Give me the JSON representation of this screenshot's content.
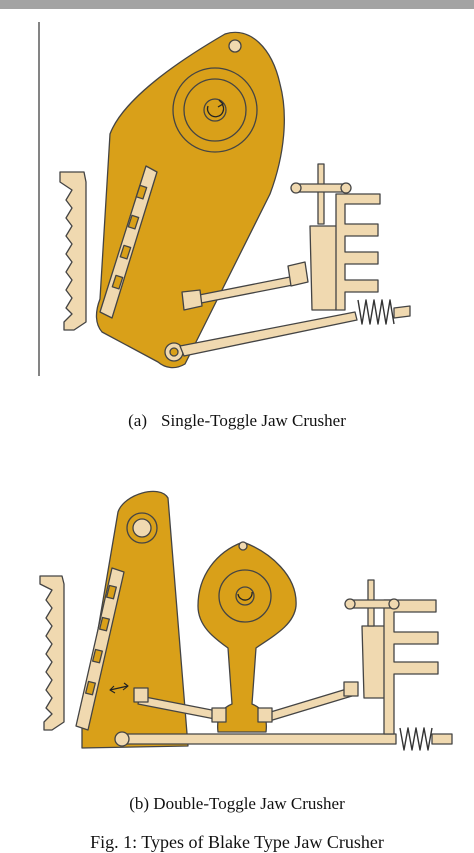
{
  "figure": {
    "caption": "Fig. 1: Types of Blake Type Jaw Crusher",
    "colors": {
      "jaw": "#d9a019",
      "accent": "#f0d9b0",
      "outline": "#444444"
    },
    "panels": [
      {
        "label": "(a)",
        "title": "Single-Toggle Jaw Crusher"
      },
      {
        "label": "",
        "title": "(b) Double-Toggle Jaw Crusher"
      }
    ]
  }
}
